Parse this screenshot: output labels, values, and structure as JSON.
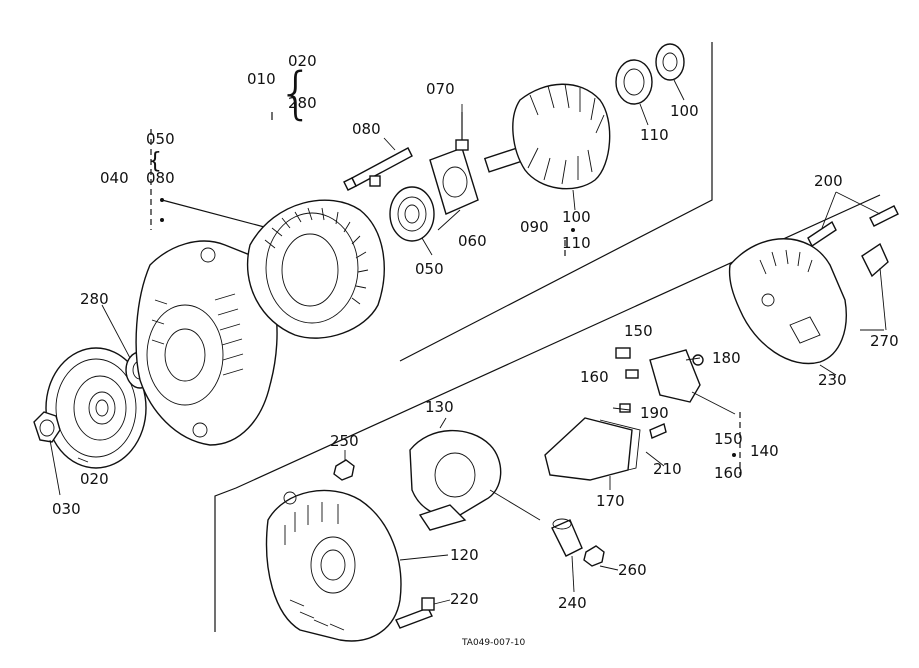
{
  "diagram": {
    "reference_code": "TA049-007-10",
    "labels": {
      "p010": "010",
      "p020_top": "020",
      "p280_top": "280",
      "brace1": "{",
      "p070": "070",
      "p080": "080",
      "p050": "050",
      "p040": "040",
      "p080b": "080",
      "brace2": "{",
      "p100": "100",
      "p110": "110",
      "p200": "200",
      "p060": "060",
      "p050b": "050",
      "p090": "090",
      "p100b": "100",
      "p110b": "110",
      "p280": "280",
      "p020": "020",
      "p030": "030",
      "p270": "270",
      "p230": "230",
      "p150": "150",
      "p160": "160",
      "p180": "180",
      "p130": "130",
      "p190": "190",
      "p150b": "150",
      "p140": "140",
      "p160b": "160",
      "p210": "210",
      "p250": "250",
      "p170": "170",
      "p120": "120",
      "p260": "260",
      "p220": "220",
      "p240": "240"
    }
  }
}
